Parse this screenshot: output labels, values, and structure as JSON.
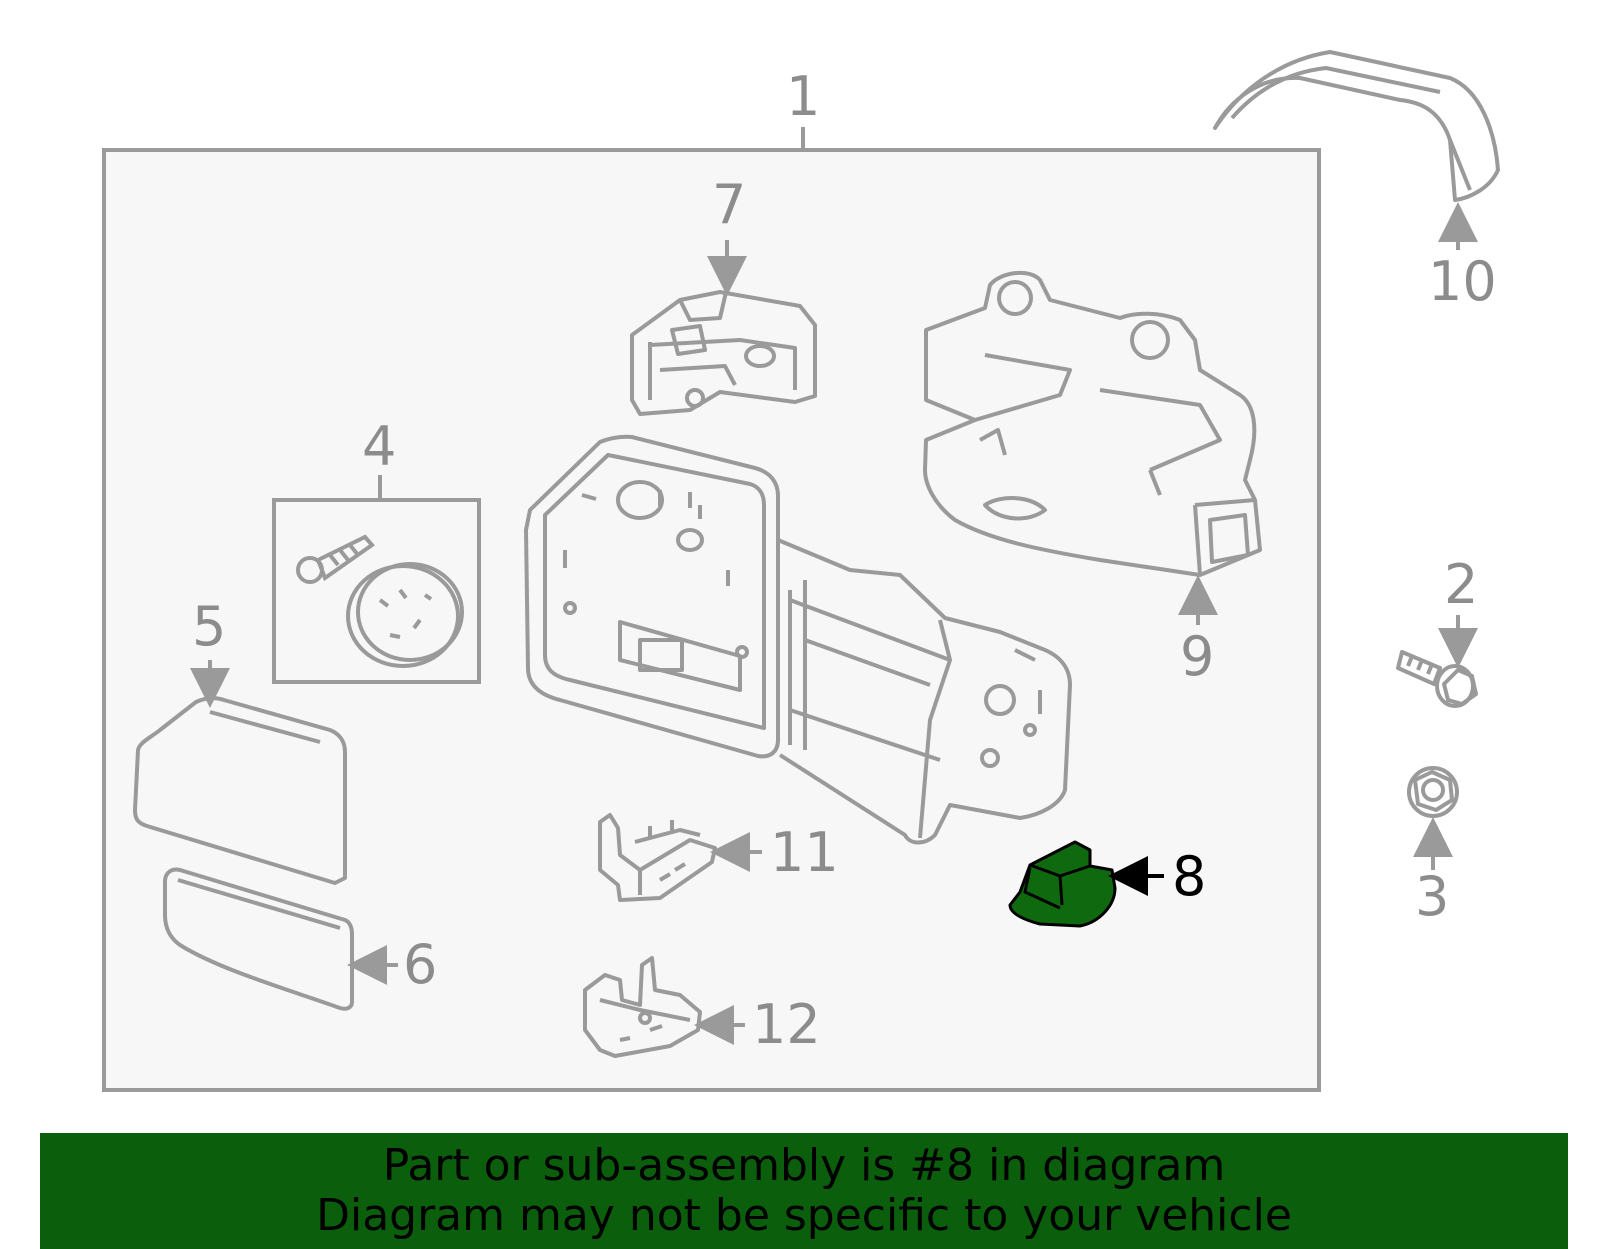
{
  "colors": {
    "outline": "#9a9a9a",
    "box_fill": "#f7f7f7",
    "highlight_fill": "#0f6a0f",
    "banner_bg": "#0b5e0b"
  },
  "callouts": {
    "c1": "1",
    "c2": "2",
    "c3": "3",
    "c4": "4",
    "c5": "5",
    "c6": "6",
    "c7": "7",
    "c8": "8",
    "c9": "9",
    "c10": "10",
    "c11": "11",
    "c12": "12"
  },
  "highlighted_part": "8",
  "banner": {
    "line1": "Part or sub-assembly is #8 in diagram",
    "line2": "Diagram may not be specific to your vehicle"
  }
}
